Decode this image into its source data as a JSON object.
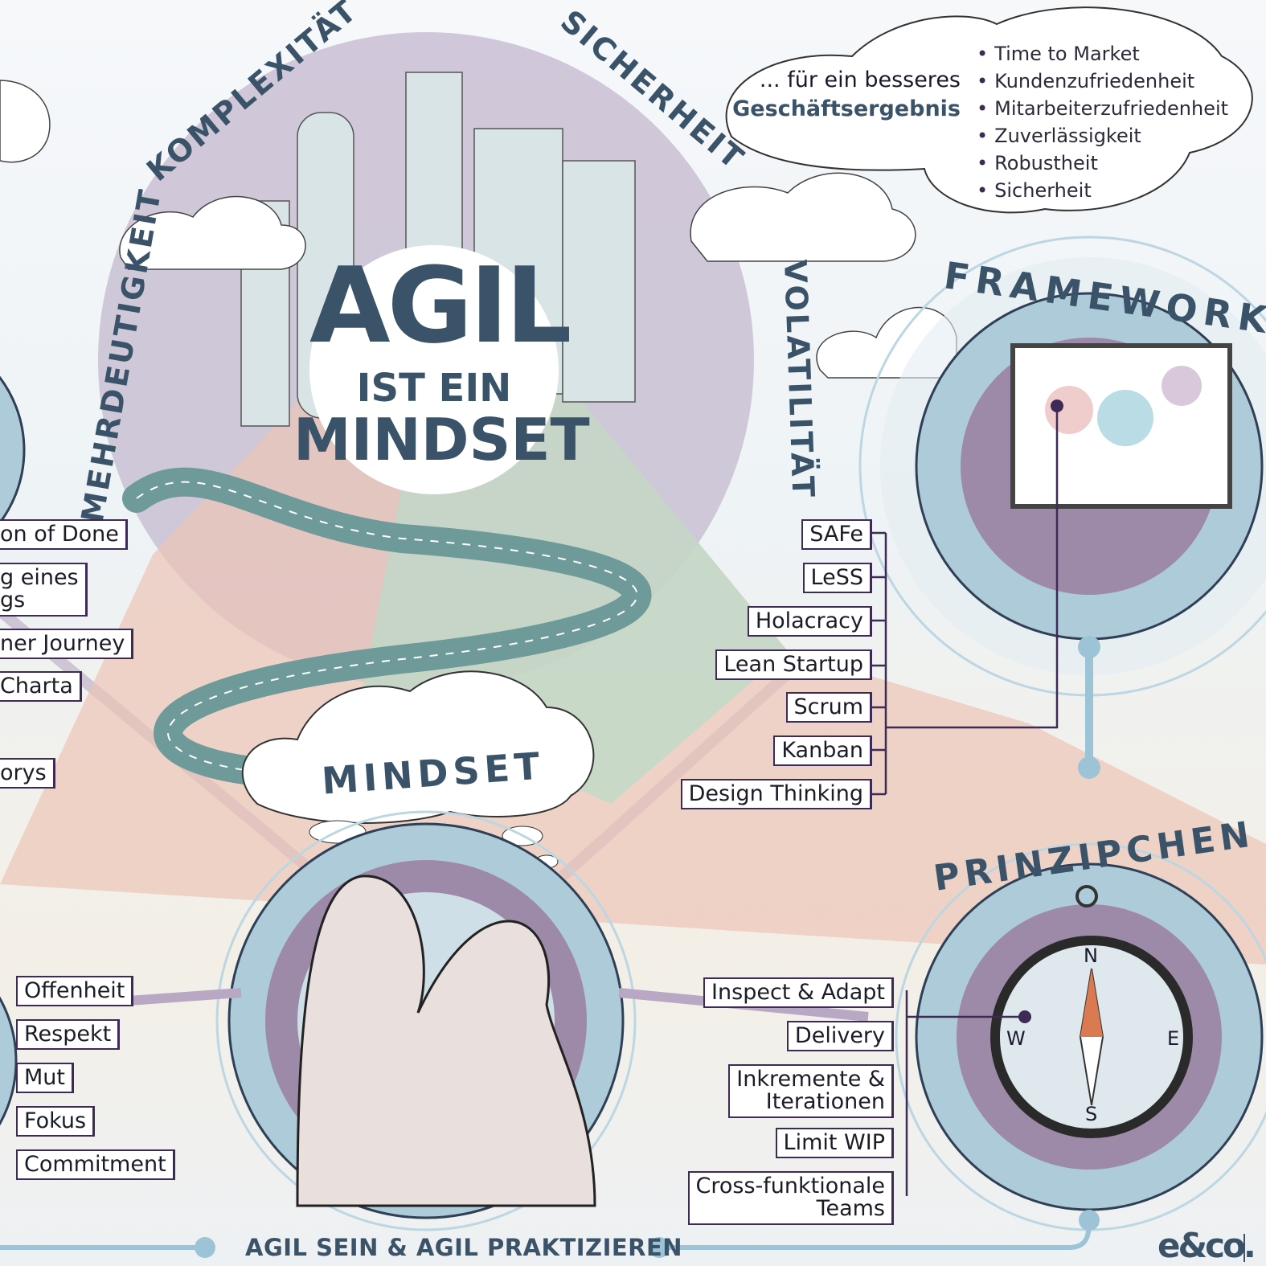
{
  "center": {
    "title": "AGIL",
    "subtitle_line1": "IST EIN",
    "subtitle_line2": "MINDSET",
    "arc_words": [
      "KOMPLEXITÄT",
      "SICHERHEIT",
      "MEHRDEUTIGKEIT",
      "VOLATILITÄT"
    ]
  },
  "goal_cloud": {
    "line1": "... für ein besseres",
    "line2": "Geschäftsergebnis",
    "items": [
      "Time to Market",
      "Kundenzufriedenheit",
      "Mitarbeiterzufriedenheit",
      "Zuverlässigkeit",
      "Robustheit",
      "Sicherheit"
    ]
  },
  "framework": {
    "title": "FRAMEWORK",
    "items": [
      "SAFe",
      "LeSS",
      "Holacracy",
      "Lean Startup",
      "Scrum",
      "Kanban",
      "Design Thinking"
    ]
  },
  "left_items": [
    "on of Done",
    "g eines\ngs",
    "ner Journey",
    "Charta",
    "orys"
  ],
  "mindset": {
    "title": "MINDSET",
    "values": [
      "Offenheit",
      "Respekt",
      "Mut",
      "Fokus",
      "Commitment"
    ]
  },
  "principles": {
    "title": "PRINZIPCHEN",
    "items": [
      "Inspect & Adapt",
      "Delivery",
      "Inkremente &\nIterationen",
      "Limit WIP",
      "Cross-funktionale\nTeams"
    ],
    "compass": [
      "N",
      "E",
      "S",
      "W"
    ]
  },
  "footer": {
    "tagline": "AGIL SEIN & AGIL PRAKTIZIEREN",
    "logo": "e&co."
  },
  "colors": {
    "navy": "#3b5369",
    "purple": "#9c8aa8",
    "lightblue": "#bcd6e2",
    "box_border": "#3d2a55"
  }
}
